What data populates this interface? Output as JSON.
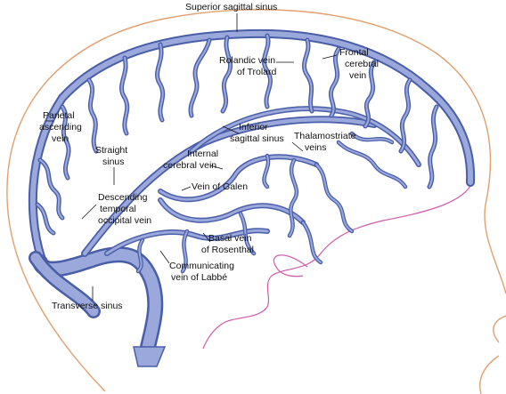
{
  "colors": {
    "vein_outline": "#4a5ea8",
    "vein_fill": "#9aa8dc",
    "head_outline": "#e0a070",
    "brain_outline": "#d05aa8"
  },
  "labels": {
    "superior_sagittal_sinus": "Superior sagittal sinus",
    "rolandic_vein_line1": "Rolandic vein",
    "rolandic_vein_line2": "of Trolard",
    "frontal_vein_line1": "Frontal",
    "frontal_vein_line2": "cerebral",
    "frontal_vein_line3": "vein",
    "parietal_line1": "Parietal",
    "parietal_line2": "ascending",
    "parietal_line3": "vein",
    "inferior_sagittal_line1": "Inferior",
    "inferior_sagittal_line2": "sagittal sinus",
    "thalamostriate_line1": "Thalamostriate",
    "thalamostriate_line2": "veins",
    "straight_sinus_line1": "Straight",
    "straight_sinus_line2": "sinus",
    "internal_cerebral_line1": "Internal",
    "internal_cerebral_line2": "cerebral vein",
    "vein_of_galen": "Vein of Galen",
    "descending_line1": "Descending",
    "descending_line2": "temporal",
    "descending_line3": "occipital vein",
    "basal_vein_line1": "Basal vein",
    "basal_vein_line2": "of Rosenthal",
    "communicating_line1": "Communicating",
    "communicating_line2": "vein of Labbé",
    "transverse_sinus": "Transverse sinus"
  }
}
